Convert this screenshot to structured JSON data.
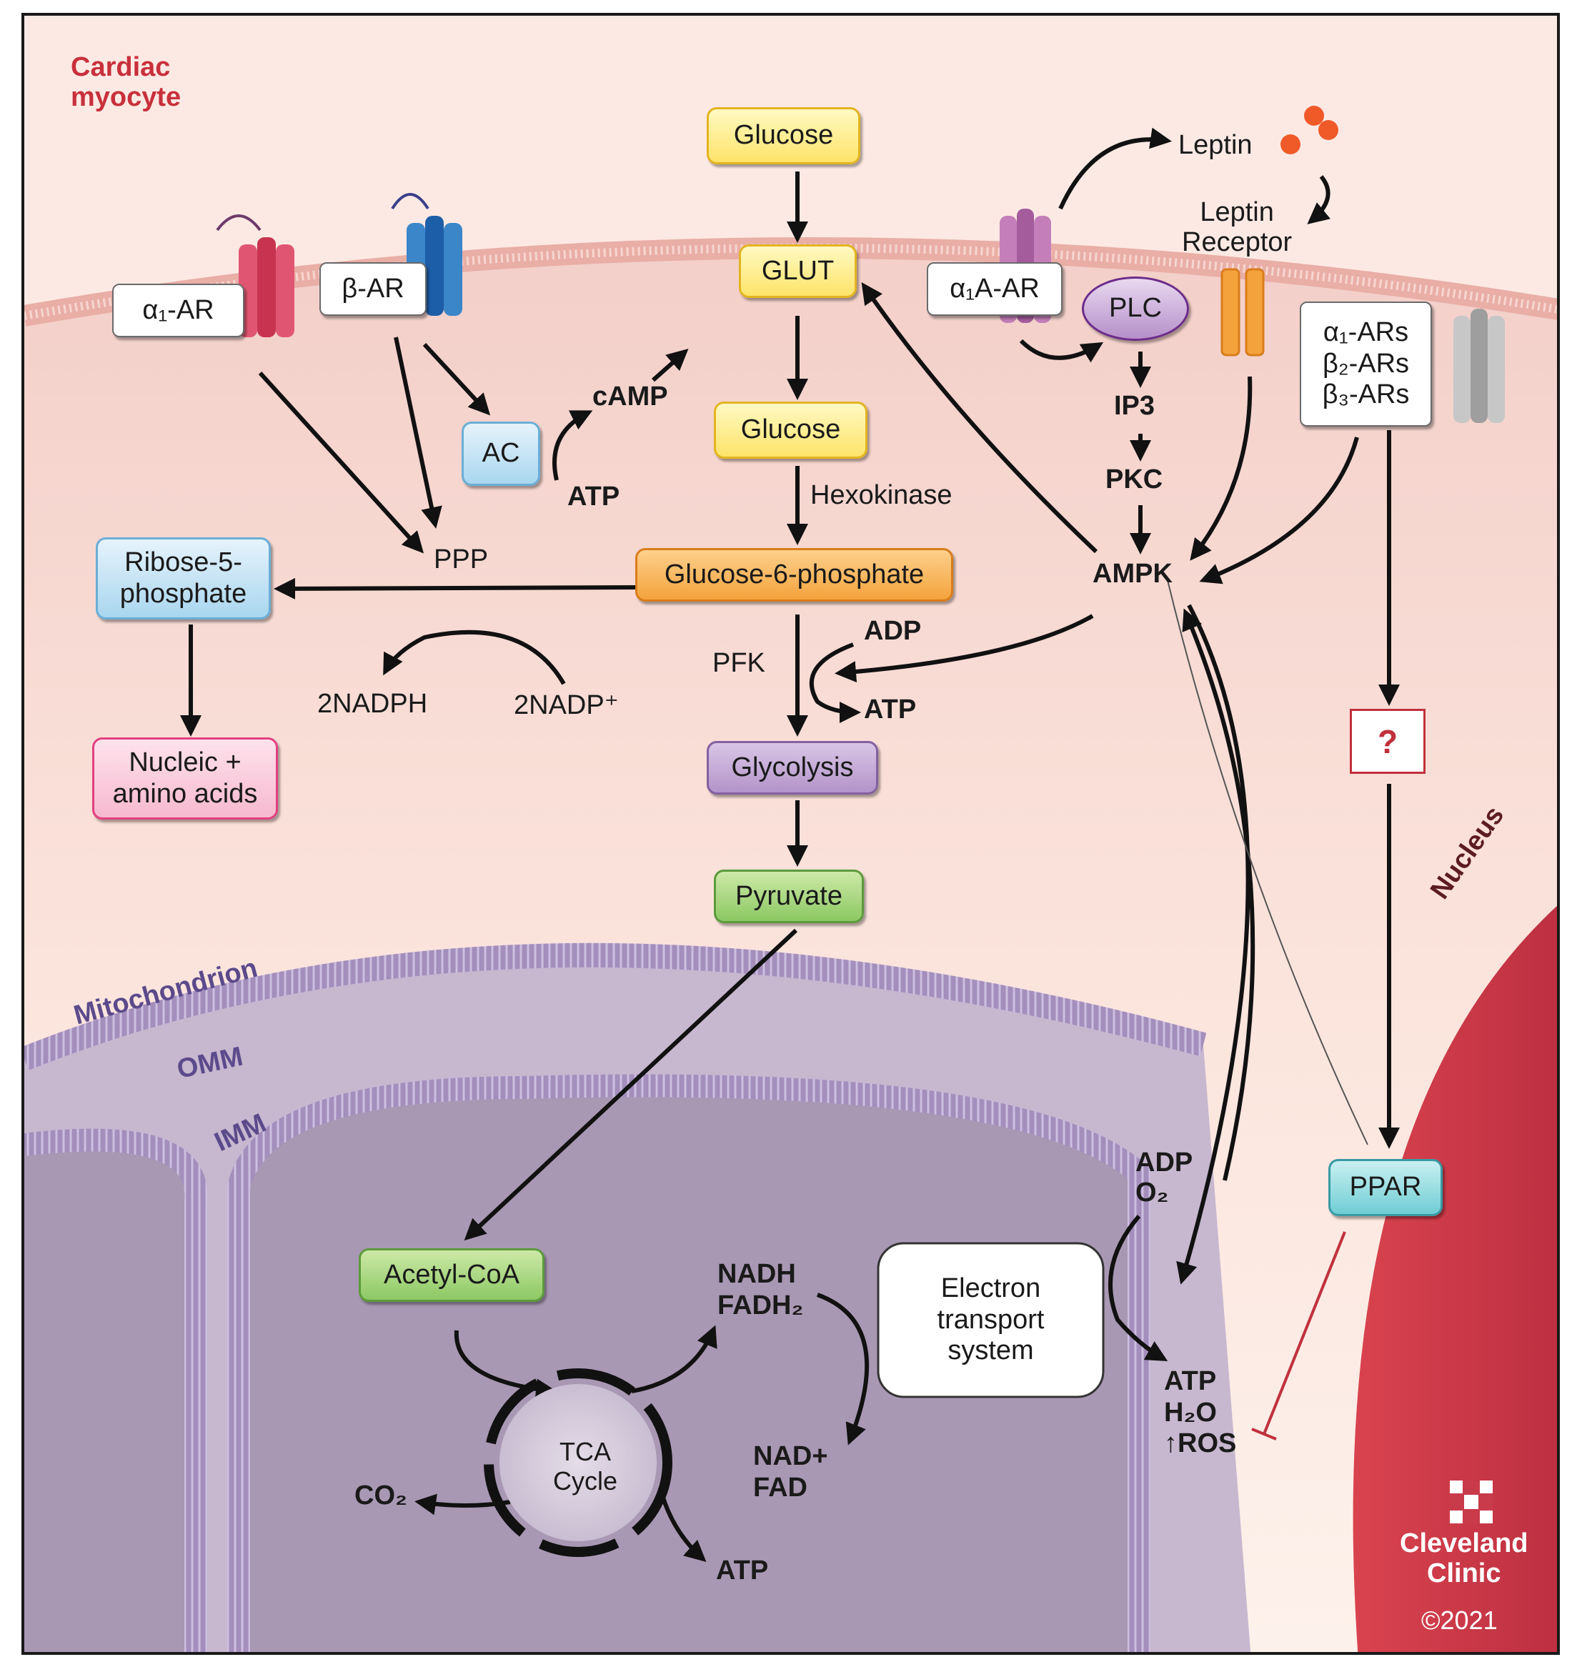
{
  "cell_label": "Cardiac\nmyocyte",
  "nucleus_label": "Nucleus",
  "mitochondrion_label": "Mitochondrion",
  "omm_label": "OMM",
  "imm_label": "IMM",
  "receptors": {
    "alpha1": "α₁-AR",
    "beta": "β-AR",
    "alpha1a": "α₁A-AR",
    "multi": [
      "α₁-ARs",
      "β₂-ARs",
      "β₃-ARs"
    ]
  },
  "nodes": {
    "glucose_out": "Glucose",
    "glut": "GLUT",
    "glucose_in": "Glucose",
    "g6p": "Glucose-6-phosphate",
    "glycolysis": "Glycolysis",
    "pyruvate": "Pyruvate",
    "acetyl_coa": "Acetyl-CoA",
    "ribose": "Ribose-5-\nphosphate",
    "nucleic": "Nucleic +\namino acids",
    "ac": "AC",
    "plc": "PLC",
    "ppar": "PPAR",
    "ets": "Electron\ntransport\nsystem",
    "tca": "TCA\nCycle",
    "unknown": "?"
  },
  "labels": {
    "leptin": "Leptin",
    "leptin_receptor": "Leptin\nReceptor",
    "camp": "cAMP",
    "atp_ac": "ATP",
    "hexokinase": "Hexokinase",
    "ppp": "PPP",
    "nadph": "2NADPH",
    "nadp": "2NADP⁺",
    "pfk": "PFK",
    "adp": "ADP",
    "atp_pfk": "ATP",
    "ip3": "IP3",
    "pkc": "PKC",
    "ampk": "AMPK",
    "adp_o2": "ADP\nO₂",
    "nadh": "NADH\nFADH₂",
    "nad": "NAD+\nFAD",
    "co2": "CO₂",
    "atp_tca": "ATP",
    "ets_out": "ATP\nH₂O\n↑ROS"
  },
  "brand": {
    "name": "Cleveland\nClinic",
    "copyright": "©2021"
  },
  "colors": {
    "cytoplasm": "#fdf2ec",
    "membrane": "#f2c6c0",
    "nucleus": "#cc3b4f",
    "mito_outer": "#b9a6c8",
    "mito_inner": "#a897b2",
    "accent_red": "#c8303c"
  }
}
